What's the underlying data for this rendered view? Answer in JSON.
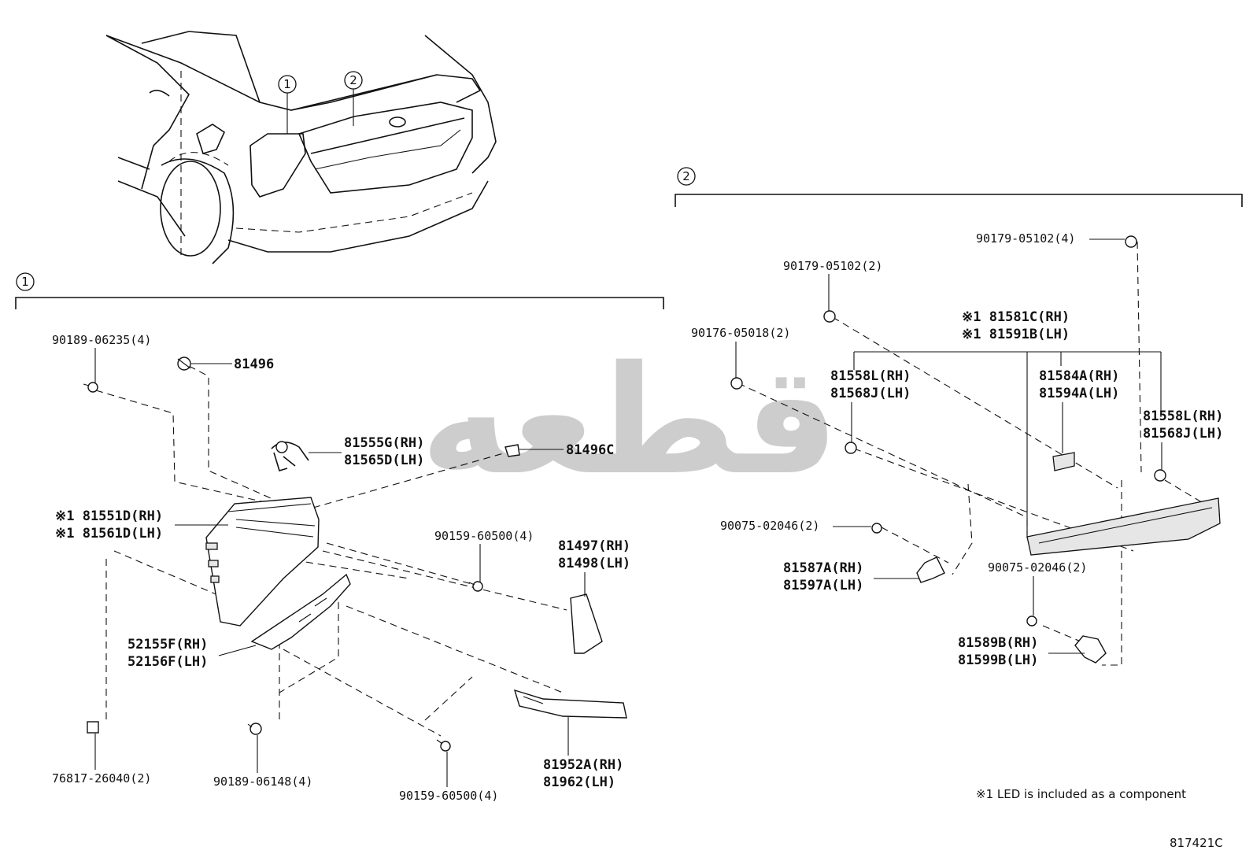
{
  "overview": {
    "callout_1": "1",
    "callout_2": "2"
  },
  "section_1": {
    "marker": "1",
    "labels": {
      "bolt_90189_06235": "90189-06235(4)",
      "p_81496": "81496",
      "p_81555g": "81555G(RH)",
      "p_81565d": "81565D(LH)",
      "p_81496c": "81496C",
      "p_81551d": "※1 81551D(RH)",
      "p_81561d": "※1 81561D(LH)",
      "screw_90159_a": "90159-60500(4)",
      "p_81497": "81497(RH)",
      "p_81498": "81498(LH)",
      "p_52155f": "52155F(RH)",
      "p_52156f": "52156F(LH)",
      "p_81952a": "81952A(RH)",
      "p_81962": "81962(LH)",
      "clip_76817": "76817-26040(2)",
      "bolt_90189_06148": "90189-06148(4)",
      "screw_90159_b": "90159-60500(4)"
    }
  },
  "section_2": {
    "marker": "2",
    "labels": {
      "nut_90179_4": "90179-05102(4)",
      "nut_90179_2": "90179-05102(2)",
      "p_81581c": "※1 81581C(RH)",
      "p_81591b": "※1 81591B(LH)",
      "nut_90176": "90176-05018(2)",
      "p_81558l_a": "81558L(RH)",
      "p_81568j_a": "81568J(LH)",
      "p_81584a": "81584A(RH)",
      "p_81594a": "81594A(LH)",
      "p_81558l_b": "81558L(RH)",
      "p_81568j_b": "81568J(LH)",
      "screw_90075_a": "90075-02046(2)",
      "p_81587a": "81587A(RH)",
      "p_81597a": "81597A(LH)",
      "screw_90075_b": "90075-02046(2)",
      "p_81589b": "81589B(RH)",
      "p_81599b": "81599B(LH)"
    }
  },
  "footnote": "※1 LED is included as a component",
  "diagram_code": "817421C",
  "watermark": "قطعه"
}
